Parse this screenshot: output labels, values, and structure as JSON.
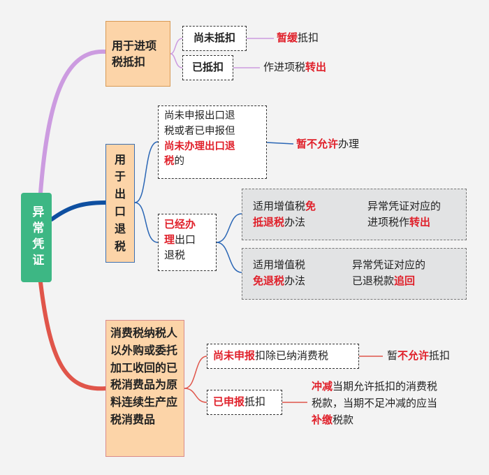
{
  "root": {
    "label": "异常凭证"
  },
  "colors": {
    "root": "#3db784",
    "branch1": "#cc9be0",
    "branch2": "#0e4fa0",
    "branch3": "#e0554a",
    "highlight": "#e0202a",
    "category_fill": "#fcd4a8"
  },
  "branch1": {
    "category": "用于进项税抵扣",
    "node_unded": "尚未抵扣",
    "node_unded_result_red": "暂缓",
    "node_unded_result_rest": "抵扣",
    "node_ded": "已抵扣",
    "node_ded_result_prefix": "作进项税",
    "node_ded_result_red": "转出"
  },
  "branch2": {
    "category": "用于出口退税",
    "unreported_line1": "尚未申报出口退",
    "unreported_line2": "税或者已申报但",
    "unreported_red": "尚未办理出口退",
    "unreported_red2": "税",
    "unreported_tail": "的",
    "unreported_result_red": "暂不允许",
    "unreported_result_rest": "办理",
    "done_red1": "已经办",
    "done_red2": "理",
    "done_rest1": "出口",
    "done_rest2": "退税",
    "exempt": {
      "l1_prefix": "适用增值税",
      "l1_red": "免",
      "l2_red": "抵退税",
      "l2_rest": "办法",
      "r1": "异常凭证对应的",
      "r2_prefix": "进项税作",
      "r2_red": "转出"
    },
    "refund": {
      "l1": "适用增值税",
      "l2_red": "免退税",
      "l2_rest": "办法",
      "r1": "异常凭证对应的",
      "r2_prefix": "已退税款",
      "r2_red": "追回"
    }
  },
  "branch3": {
    "category": "消费税纳税人以外购或委托加工收回的已税消费品为原料连续生产应税消费品",
    "unreported_red": "尚未申报",
    "unreported_rest": "扣除已纳消费税",
    "unreported_result_prefix": "暂",
    "unreported_result_red": "不允许",
    "unreported_result_rest": "抵扣",
    "reported_red": "已申报",
    "reported_rest": "抵扣",
    "reported_r1_red": "冲减",
    "reported_r1_rest": "当期允许抵扣的消费税",
    "reported_r2": "税款，当期不足冲减的应当",
    "reported_r3_red": "补缴",
    "reported_r3_rest": "税款"
  }
}
